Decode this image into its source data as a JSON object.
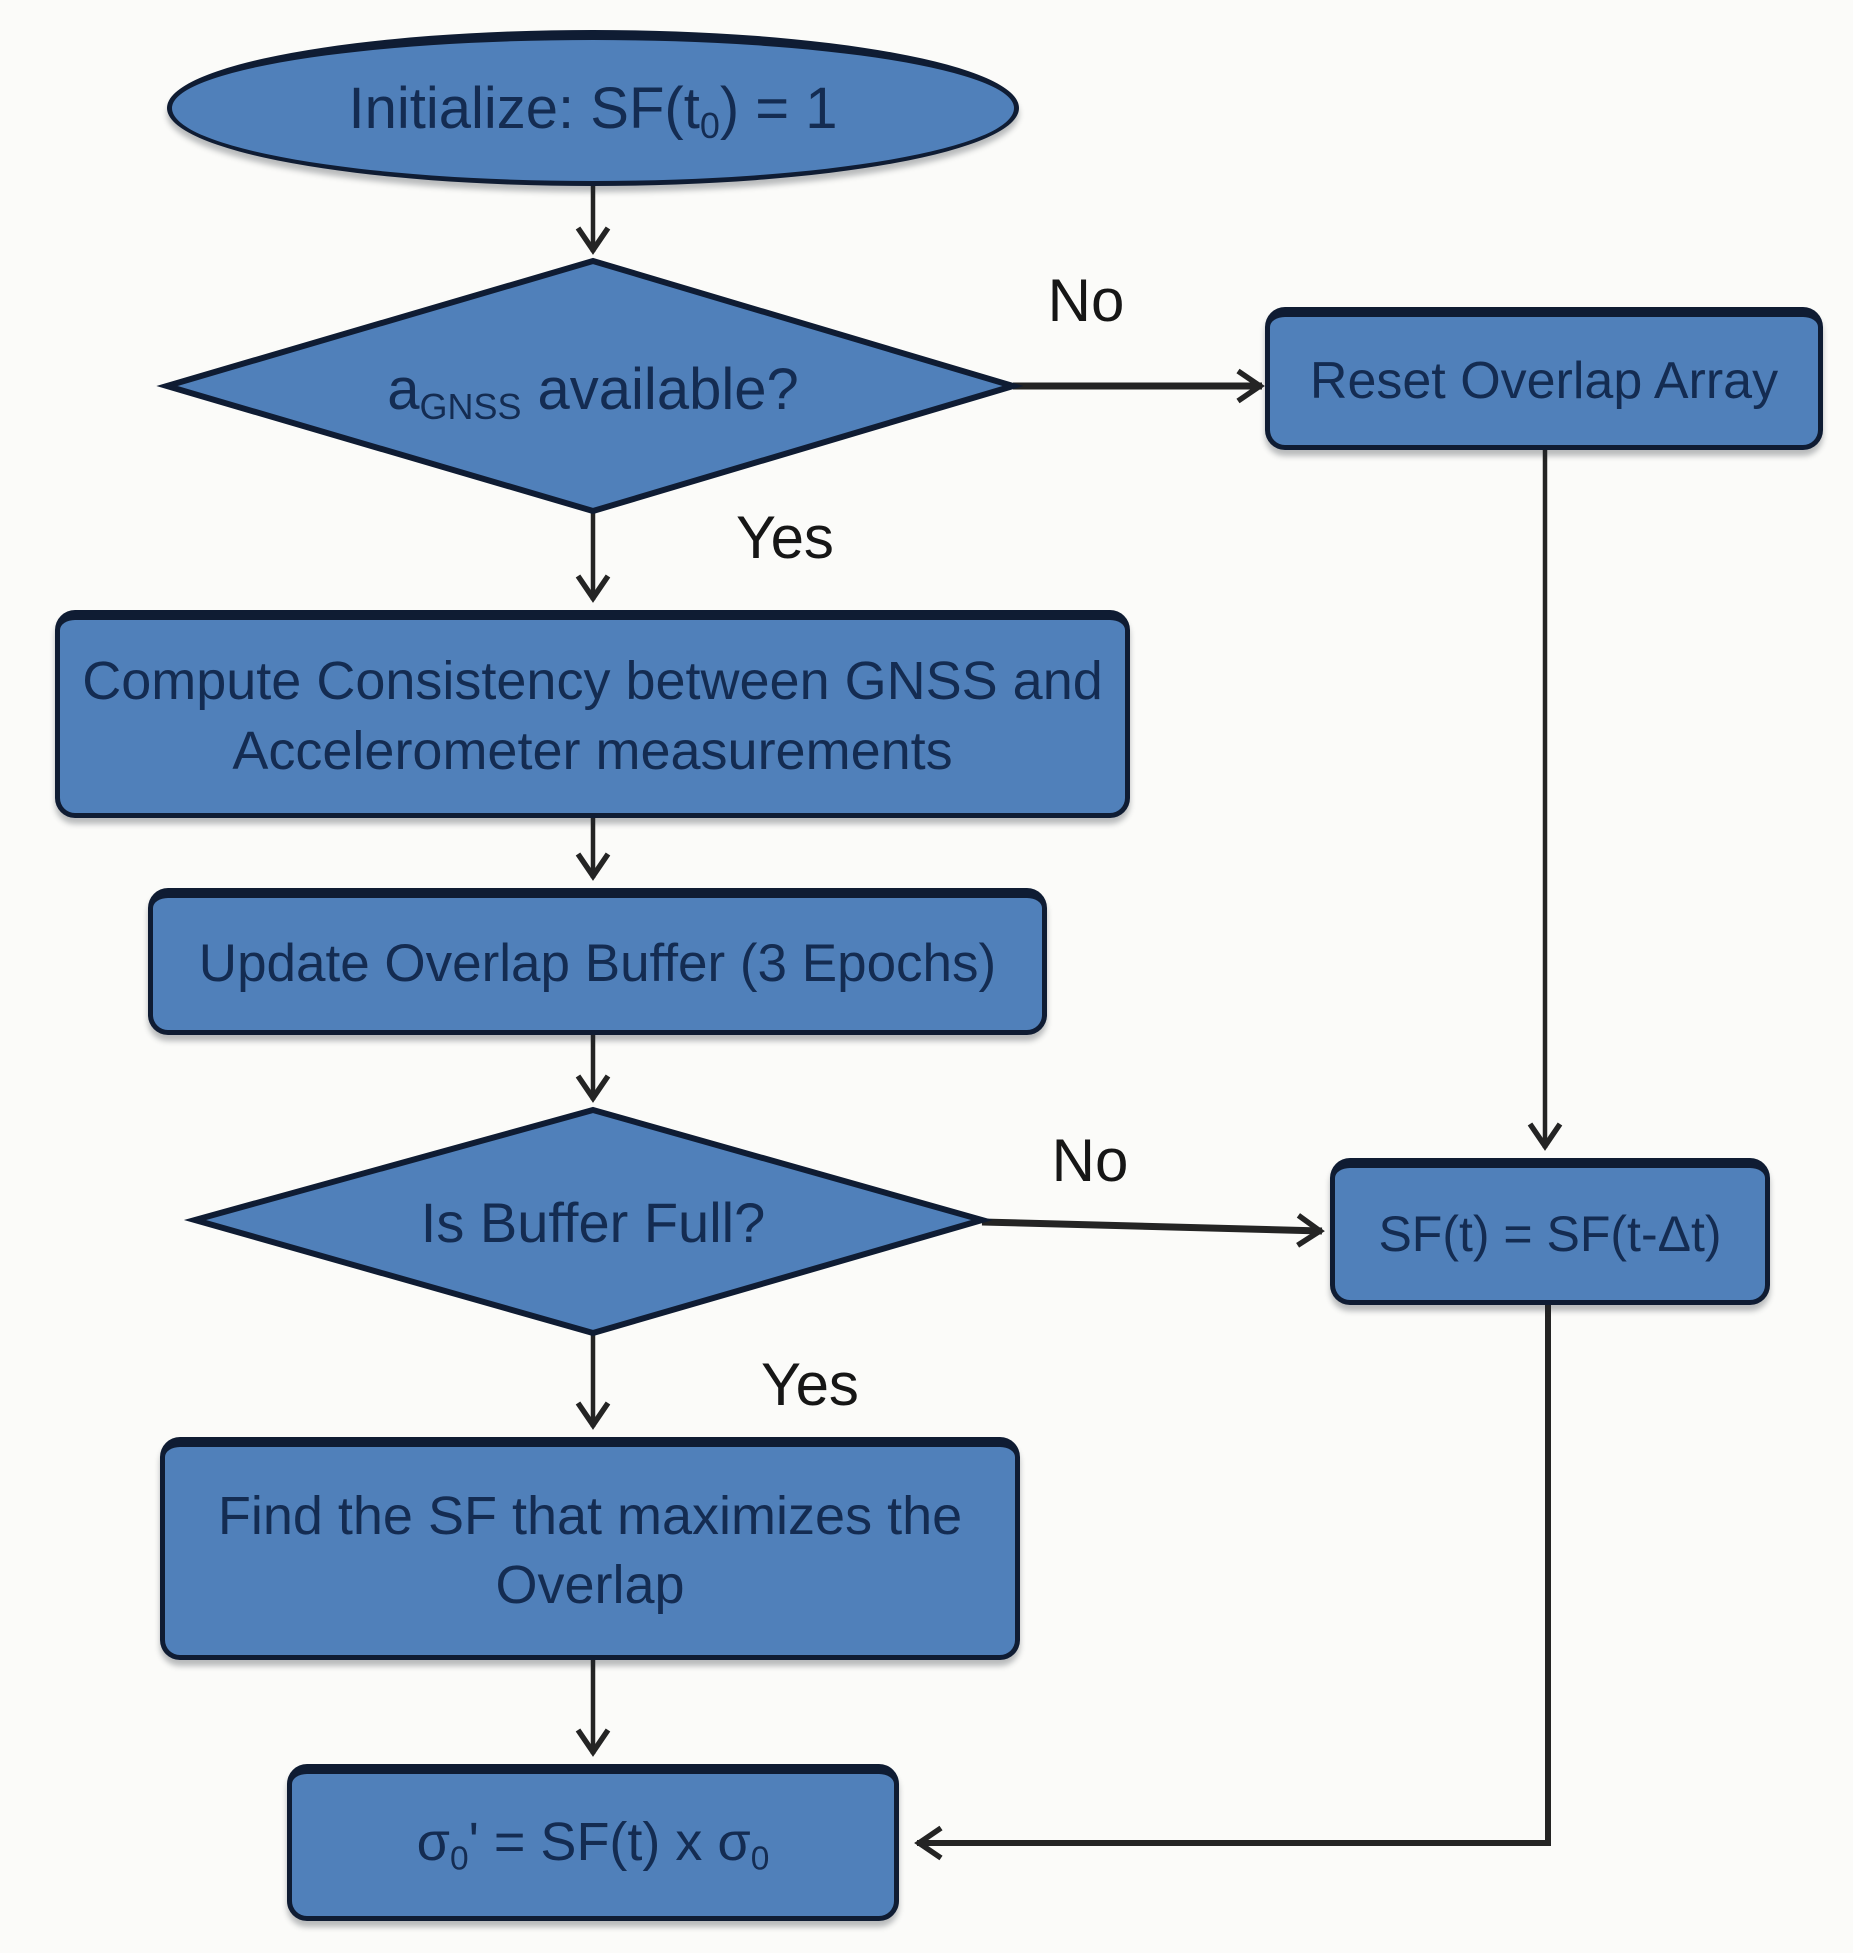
{
  "nodes": {
    "start": {
      "type": "terminator",
      "pre": "Initialize: SF(t",
      "sub": "0",
      "post": ") = 1"
    },
    "gnss_decision": {
      "type": "decision",
      "pre": "a",
      "sub": "GNSS",
      "post": " available?"
    },
    "reset": {
      "type": "process",
      "label": "Reset Overlap Array"
    },
    "compute": {
      "type": "process",
      "line1": "Compute Consistency between GNSS and",
      "line2": "Accelerometer measurements"
    },
    "update": {
      "type": "process",
      "label": "Update Overlap Buffer (3 Epochs)"
    },
    "buffer_decision": {
      "type": "decision",
      "label": "Is Buffer Full?"
    },
    "sf_hold": {
      "type": "process",
      "label": "SF(t) = SF(t-Δt)"
    },
    "find": {
      "type": "process",
      "line1": "Find the SF that maximizes the",
      "line2": "Overlap"
    },
    "output": {
      "type": "process",
      "pre": "σ",
      "sub1": "0",
      "mid": "' = SF(t) x σ",
      "sub2": "0"
    }
  },
  "edge_labels": {
    "gnss_no": "No",
    "gnss_yes": "Yes",
    "buffer_no": "No",
    "buffer_yes": "Yes"
  },
  "colors": {
    "node_fill": "#5080ba",
    "node_border": "#0f1c33",
    "node_text": "#142c52",
    "connector": "#242424",
    "label_text": "#161616",
    "background": "#fbfbf9"
  }
}
